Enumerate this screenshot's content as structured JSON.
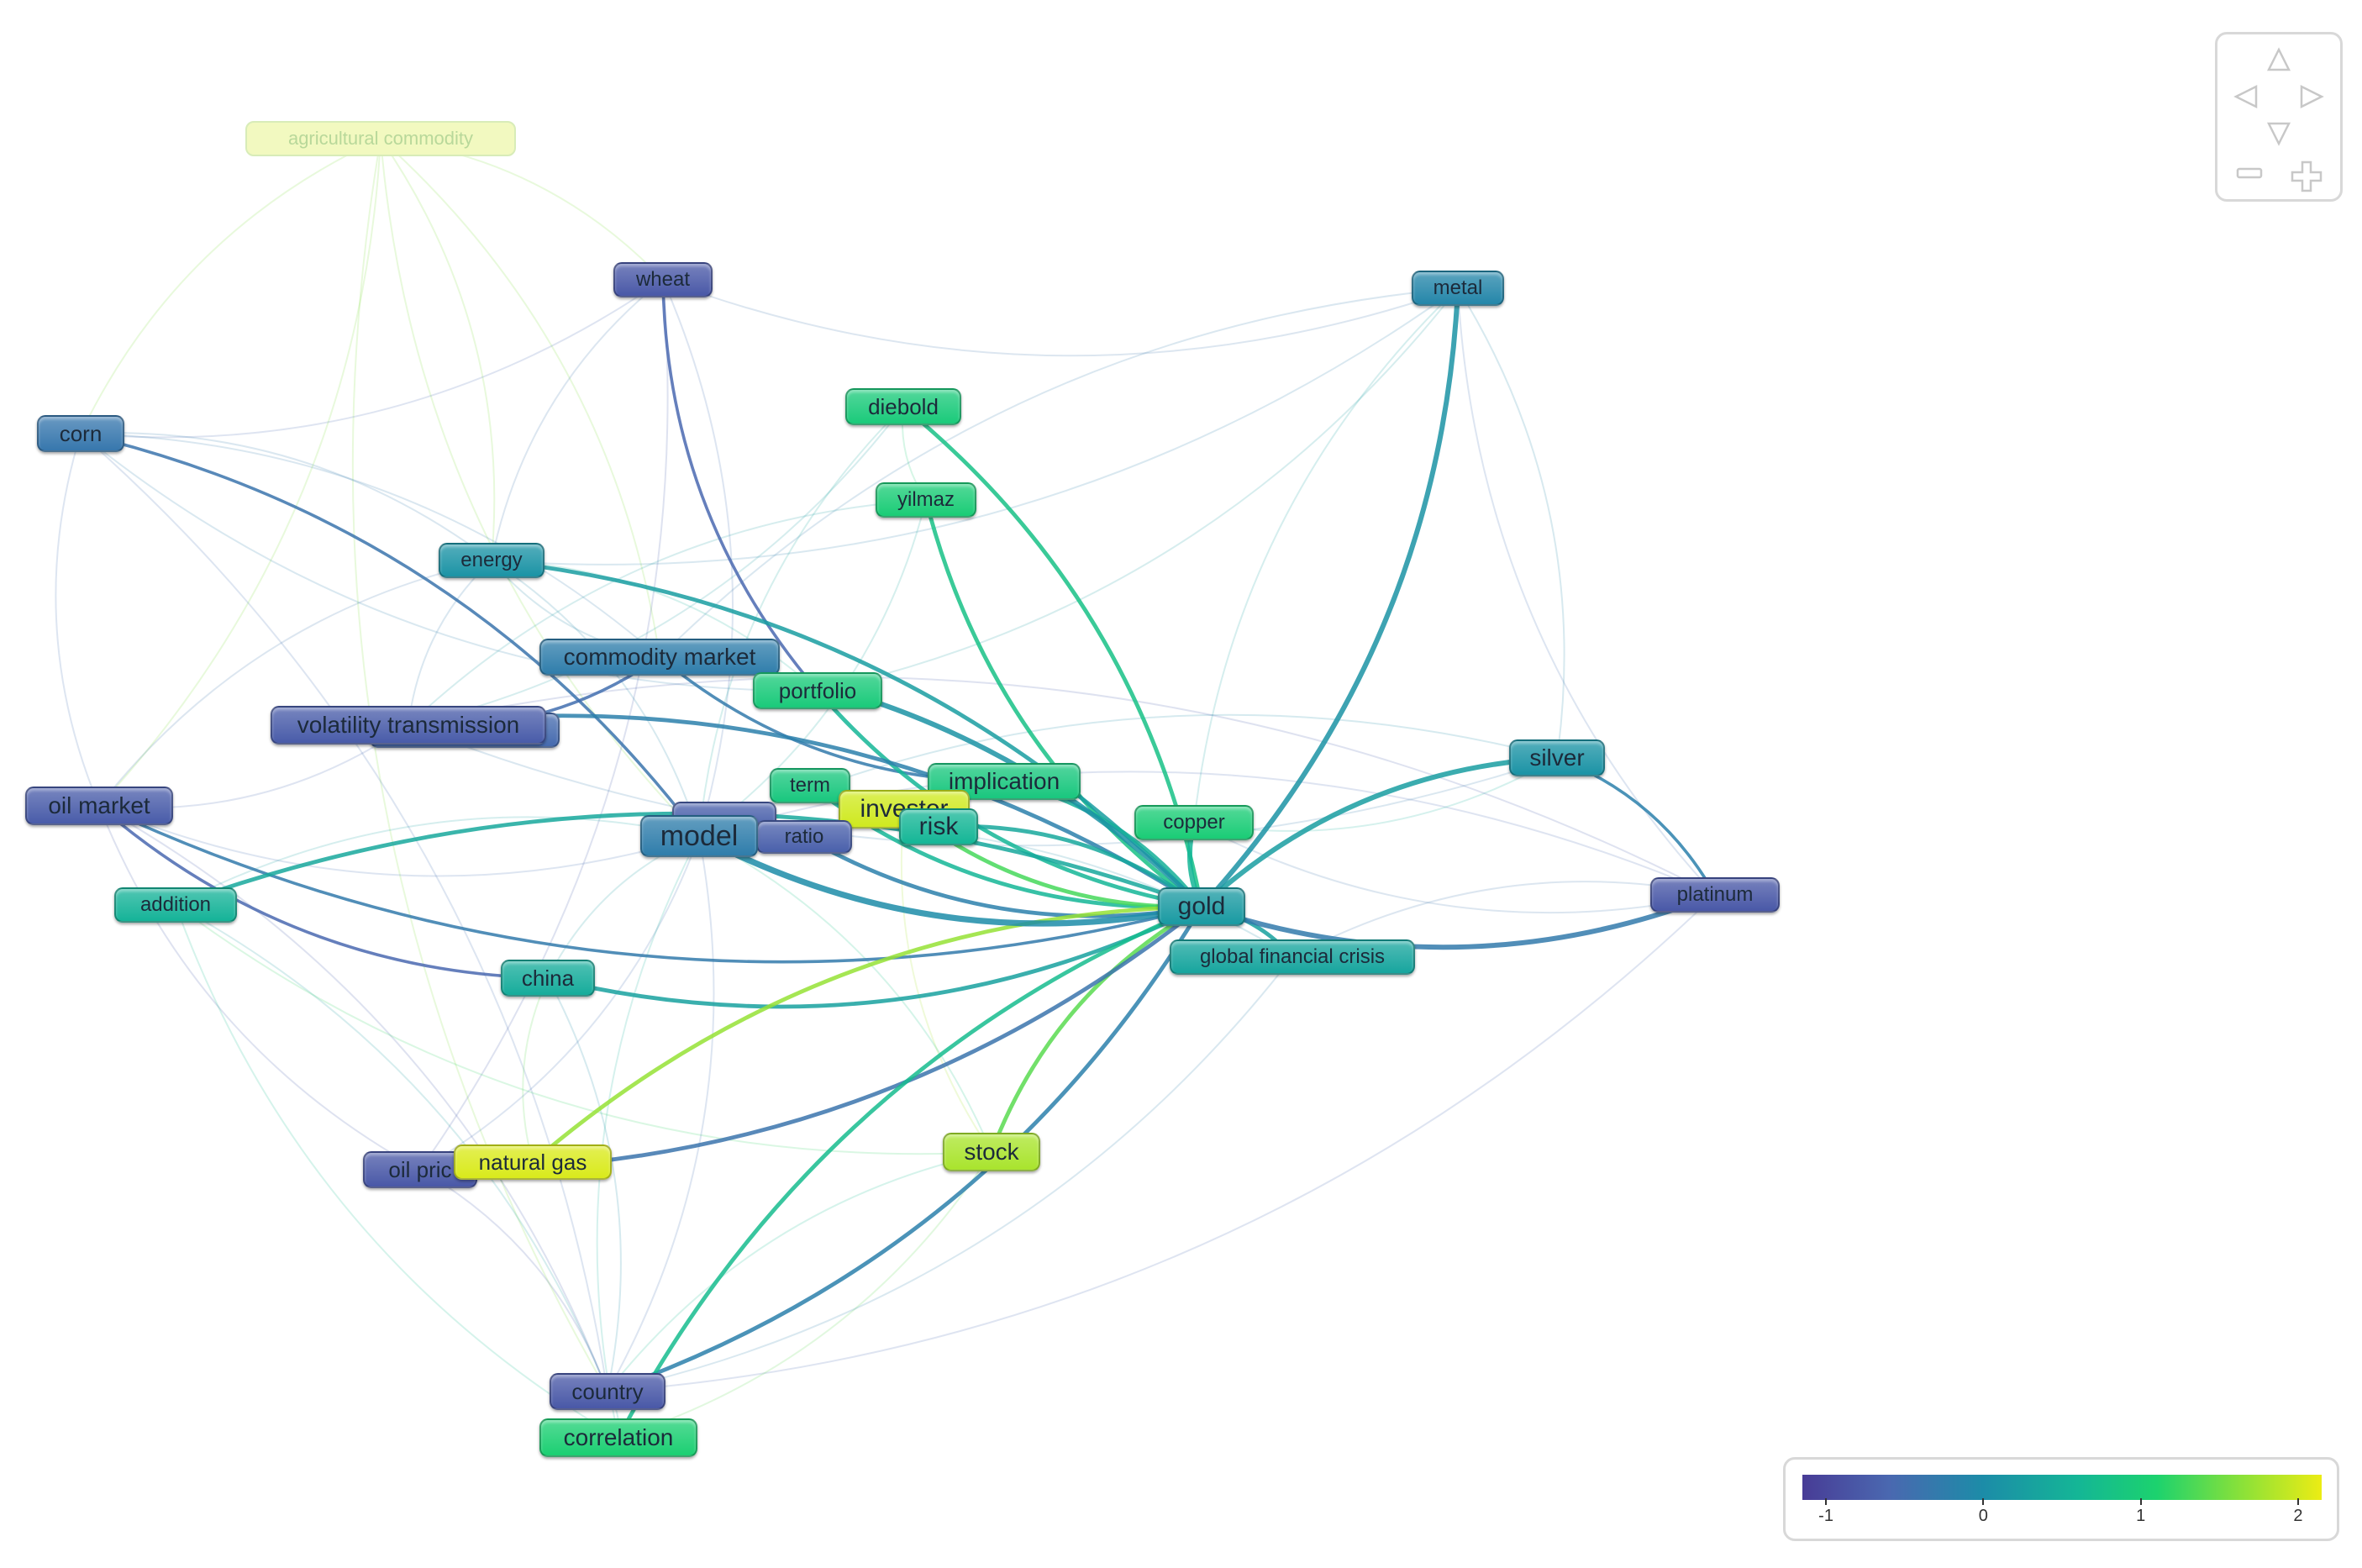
{
  "nodes": [
    {
      "id": "agri",
      "label": "agricultural commodity",
      "score": 2.0,
      "faded": true
    },
    {
      "id": "wheat",
      "label": "wheat",
      "score": -0.8
    },
    {
      "id": "metal",
      "label": "metal",
      "score": -0.1
    },
    {
      "id": "corn",
      "label": "corn",
      "score": -0.35
    },
    {
      "id": "diebold",
      "label": "diebold",
      "score": 0.95
    },
    {
      "id": "yilmaz",
      "label": "yilmaz",
      "score": 1.0
    },
    {
      "id": "energy",
      "label": "energy",
      "score": 0.1
    },
    {
      "id": "commodity_market",
      "label": "commodity market",
      "score": -0.25
    },
    {
      "id": "portfolio",
      "label": "portfolio",
      "score": 0.95
    },
    {
      "id": "vol_hidden",
      "label": "",
      "score": -0.55
    },
    {
      "id": "volatility_transmission",
      "label": "volatility transmission",
      "score": -0.75
    },
    {
      "id": "oil_market",
      "label": "oil market",
      "score": -0.75
    },
    {
      "id": "term",
      "label": "term",
      "score": 0.9
    },
    {
      "id": "implication",
      "label": "implication",
      "score": 0.9
    },
    {
      "id": "investor",
      "label": "investor",
      "score": 2.0
    },
    {
      "id": "risk",
      "label": "risk",
      "score": 0.6
    },
    {
      "id": "copper",
      "label": "copper",
      "score": 1.0
    },
    {
      "id": "silver",
      "label": "silver",
      "score": 0.1
    },
    {
      "id": "ratio_back",
      "label": "",
      "score": -0.7
    },
    {
      "id": "ratio",
      "label": "ratio",
      "score": -0.7
    },
    {
      "id": "model",
      "label": "model",
      "score": -0.25
    },
    {
      "id": "addition",
      "label": "addition",
      "score": 0.55
    },
    {
      "id": "gold",
      "label": "gold",
      "score": 0.2
    },
    {
      "id": "platinum",
      "label": "platinum",
      "score": -0.8
    },
    {
      "id": "gfc",
      "label": "global financial crisis",
      "score": 0.35
    },
    {
      "id": "china",
      "label": "china",
      "score": 0.45
    },
    {
      "id": "stock",
      "label": "stock",
      "score": 1.8
    },
    {
      "id": "oil_price",
      "label": "oil pric",
      "score": -0.8
    },
    {
      "id": "natural_gas",
      "label": "natural gas",
      "score": 2.05
    },
    {
      "id": "country",
      "label": "country",
      "score": -0.8
    },
    {
      "id": "correlation",
      "label": "correlation",
      "score": 1.05
    }
  ],
  "links": [
    {
      "from": "gold",
      "to": "metal",
      "weight": 5,
      "score": 0.1
    },
    {
      "from": "gold",
      "to": "silver",
      "weight": 5,
      "score": 0.25
    },
    {
      "from": "gold",
      "to": "platinum",
      "weight": 5,
      "score": -0.3
    },
    {
      "from": "gold",
      "to": "copper",
      "weight": 5,
      "score": 0.6
    },
    {
      "from": "gold",
      "to": "diebold",
      "weight": 4,
      "score": 0.8
    },
    {
      "from": "gold",
      "to": "yilmaz",
      "weight": 4,
      "score": 0.8
    },
    {
      "from": "gold",
      "to": "energy",
      "weight": 4,
      "score": 0.25
    },
    {
      "from": "gold",
      "to": "commodity_market",
      "weight": 5,
      "score": 0.1
    },
    {
      "from": "gold",
      "to": "portfolio",
      "weight": 4,
      "score": 0.6
    },
    {
      "from": "gold",
      "to": "volatility_transmission",
      "weight": 4,
      "score": -0.2
    },
    {
      "from": "gold",
      "to": "term",
      "weight": 4,
      "score": 0.6
    },
    {
      "from": "gold",
      "to": "implication",
      "weight": 4,
      "score": 0.5
    },
    {
      "from": "gold",
      "to": "investor",
      "weight": 4,
      "score": 1.3
    },
    {
      "from": "gold",
      "to": "risk",
      "weight": 4,
      "score": 0.4
    },
    {
      "from": "gold",
      "to": "model",
      "weight": 6,
      "score": 0.0
    },
    {
      "from": "gold",
      "to": "ratio",
      "weight": 4,
      "score": -0.2
    },
    {
      "from": "gold",
      "to": "addition",
      "weight": 4,
      "score": 0.4
    },
    {
      "from": "gold",
      "to": "china",
      "weight": 4,
      "score": 0.3
    },
    {
      "from": "gold",
      "to": "stock",
      "weight": 4,
      "score": 1.4
    },
    {
      "from": "gold",
      "to": "oil_price",
      "weight": 4,
      "score": -0.4
    },
    {
      "from": "gold",
      "to": "natural_gas",
      "weight": 4,
      "score": 1.7
    },
    {
      "from": "gold",
      "to": "country",
      "weight": 4,
      "score": -0.2
    },
    {
      "from": "gold",
      "to": "correlation",
      "weight": 4,
      "score": 0.7
    },
    {
      "from": "gold",
      "to": "gfc",
      "weight": 4,
      "score": 0.3
    },
    {
      "from": "gold",
      "to": "oil_market",
      "weight": 3,
      "score": -0.3
    },
    {
      "from": "wheat",
      "to": "portfolio",
      "weight": 3,
      "score": -0.6
    },
    {
      "from": "corn",
      "to": "model",
      "weight": 3,
      "score": -0.4
    },
    {
      "from": "oil_market",
      "to": "china",
      "weight": 3,
      "score": -0.6
    },
    {
      "from": "commodity_market",
      "to": "volatility_transmission",
      "weight": 3,
      "score": -0.5
    },
    {
      "from": "commodity_market",
      "to": "implication",
      "weight": 3,
      "score": -0.3
    },
    {
      "from": "silver",
      "to": "platinum",
      "weight": 3,
      "score": -0.2
    },
    {
      "from": "agri",
      "to": "wheat",
      "weight": 1,
      "score": 1.6
    },
    {
      "from": "agri",
      "to": "corn",
      "weight": 1,
      "score": 1.6
    },
    {
      "from": "agri",
      "to": "energy",
      "weight": 1,
      "score": 1.6
    },
    {
      "from": "agri",
      "to": "model",
      "weight": 1,
      "score": 1.6
    },
    {
      "from": "agri",
      "to": "oil_market",
      "weight": 1,
      "score": 1.6
    },
    {
      "from": "agri",
      "to": "country",
      "weight": 1,
      "score": 1.6
    },
    {
      "from": "agri",
      "to": "commodity_market",
      "weight": 1,
      "score": 1.6
    },
    {
      "from": "corn",
      "to": "wheat",
      "weight": 1,
      "score": -0.6
    },
    {
      "from": "corn",
      "to": "energy",
      "weight": 1,
      "score": -0.3
    },
    {
      "from": "corn",
      "to": "oil_market",
      "weight": 1,
      "score": -0.5
    },
    {
      "from": "corn",
      "to": "country",
      "weight": 1,
      "score": -0.5
    },
    {
      "from": "corn",
      "to": "portfolio",
      "weight": 1,
      "score": -0.2
    },
    {
      "from": "corn",
      "to": "commodity_market",
      "weight": 1,
      "score": -0.3
    },
    {
      "from": "wheat",
      "to": "metal",
      "weight": 1,
      "score": -0.4
    },
    {
      "from": "wheat",
      "to": "model",
      "weight": 1,
      "score": -0.5
    },
    {
      "from": "wheat",
      "to": "energy",
      "weight": 1,
      "score": -0.4
    },
    {
      "from": "wheat",
      "to": "oil_price",
      "weight": 1,
      "score": -0.7
    },
    {
      "from": "metal",
      "to": "platinum",
      "weight": 1,
      "score": -0.5
    },
    {
      "from": "metal",
      "to": "silver",
      "weight": 1,
      "score": -0.1
    },
    {
      "from": "metal",
      "to": "copper",
      "weight": 1,
      "score": 0.3
    },
    {
      "from": "metal",
      "to": "energy",
      "weight": 1,
      "score": -0.2
    },
    {
      "from": "metal",
      "to": "commodity_market",
      "weight": 1,
      "score": -0.3
    },
    {
      "from": "metal",
      "to": "portfolio",
      "weight": 1,
      "score": 0.2
    },
    {
      "from": "platinum",
      "to": "model",
      "weight": 1,
      "score": -0.6
    },
    {
      "from": "platinum",
      "to": "country",
      "weight": 1,
      "score": -0.6
    },
    {
      "from": "platinum",
      "to": "gfc",
      "weight": 1,
      "score": -0.4
    },
    {
      "from": "platinum",
      "to": "copper",
      "weight": 1,
      "score": -0.4
    },
    {
      "from": "oil_market",
      "to": "oil_price",
      "weight": 1,
      "score": -0.7
    },
    {
      "from": "oil_market",
      "to": "country",
      "weight": 1,
      "score": -0.7
    },
    {
      "from": "oil_market",
      "to": "volatility_transmission",
      "weight": 1,
      "score": -0.6
    },
    {
      "from": "oil_market",
      "to": "energy",
      "weight": 1,
      "score": -0.4
    },
    {
      "from": "oil_market",
      "to": "model",
      "weight": 1,
      "score": -0.5
    },
    {
      "from": "addition",
      "to": "country",
      "weight": 1,
      "score": 0.2
    },
    {
      "from": "addition",
      "to": "correlation",
      "weight": 1,
      "score": 0.7
    },
    {
      "from": "addition",
      "to": "model",
      "weight": 1,
      "score": 0.3
    },
    {
      "from": "addition",
      "to": "stock",
      "weight": 1,
      "score": 1.2
    },
    {
      "from": "china",
      "to": "country",
      "weight": 1,
      "score": 0.0
    },
    {
      "from": "china",
      "to": "natural_gas",
      "weight": 1,
      "score": 1.4
    },
    {
      "from": "china",
      "to": "model",
      "weight": 1,
      "score": 0.2
    },
    {
      "from": "oil_price",
      "to": "natural_gas",
      "weight": 1,
      "score": 1.2
    },
    {
      "from": "oil_price",
      "to": "country",
      "weight": 1,
      "score": -0.7
    },
    {
      "from": "oil_price",
      "to": "model",
      "weight": 1,
      "score": -0.5
    },
    {
      "from": "country",
      "to": "correlation",
      "weight": 1,
      "score": 0.3
    },
    {
      "from": "country",
      "to": "model",
      "weight": 1,
      "score": -0.5
    },
    {
      "from": "country",
      "to": "stock",
      "weight": 1,
      "score": 0.7
    },
    {
      "from": "correlation",
      "to": "stock",
      "weight": 1,
      "score": 1.4
    },
    {
      "from": "correlation",
      "to": "model",
      "weight": 1,
      "score": 0.5
    },
    {
      "from": "energy",
      "to": "volatility_transmission",
      "weight": 1,
      "score": -0.3
    },
    {
      "from": "energy",
      "to": "model",
      "weight": 1,
      "score": -0.1
    },
    {
      "from": "energy",
      "to": "commodity_market",
      "weight": 1,
      "score": -0.1
    },
    {
      "from": "energy",
      "to": "portfolio",
      "weight": 1,
      "score": 0.5
    },
    {
      "from": "diebold",
      "to": "yilmaz",
      "weight": 1,
      "score": 1.0
    },
    {
      "from": "diebold",
      "to": "volatility_transmission",
      "weight": 1,
      "score": 0.2
    },
    {
      "from": "diebold",
      "to": "model",
      "weight": 1,
      "score": 0.4
    },
    {
      "from": "yilmaz",
      "to": "model",
      "weight": 1,
      "score": 0.4
    },
    {
      "from": "yilmaz",
      "to": "volatility_transmission",
      "weight": 1,
      "score": 0.2
    },
    {
      "from": "silver",
      "to": "copper",
      "weight": 1,
      "score": 0.5
    },
    {
      "from": "silver",
      "to": "model",
      "weight": 1,
      "score": 0.0
    },
    {
      "from": "silver",
      "to": "volatility_transmission",
      "weight": 1,
      "score": -0.3
    },
    {
      "from": "platinum",
      "to": "volatility_transmission",
      "weight": 1,
      "score": -0.7
    },
    {
      "from": "stock",
      "to": "investor",
      "weight": 1,
      "score": 1.8
    },
    {
      "from": "stock",
      "to": "model",
      "weight": 1,
      "score": 0.8
    },
    {
      "from": "gfc",
      "to": "country",
      "weight": 1,
      "score": -0.2
    },
    {
      "from": "gfc",
      "to": "model",
      "weight": 1,
      "score": 0.0
    }
  ],
  "legend": {
    "ticks": [
      "-1",
      "0",
      "1",
      "2"
    ],
    "min": -1.15,
    "max": 2.15,
    "tick_values": [
      -1,
      0,
      1,
      2
    ]
  },
  "colors": {
    "viridis_1": "#5a4fa8",
    "viridis_2": "#3a6ea8",
    "viridis_3": "#1f9aa6",
    "viridis_4": "#1dbf86",
    "viridis_5": "#7fd83c",
    "viridis_6": "#e4e417"
  },
  "navigator": {
    "icons": [
      "arrow-up-icon",
      "arrow-left-icon",
      "arrow-right-icon",
      "arrow-down-icon",
      "zoom-out-icon",
      "zoom-in-icon"
    ]
  }
}
